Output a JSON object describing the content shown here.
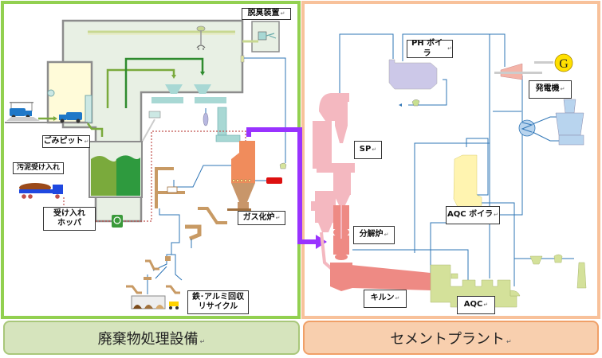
{
  "panels": {
    "left": {
      "title": "廃棄物処理設備",
      "border_color": "#92d050",
      "footer_bg": "#d6e4bd"
    },
    "right": {
      "title": "セメントプラント",
      "border_color": "#f8c19a",
      "footer_bg": "#f8cfae"
    }
  },
  "labels": {
    "deodorizer": "脱臭装置",
    "garbage_pit": "ごみピット",
    "sludge_intake": "汚泥受け入れ",
    "intake_hopper": "受け入れ\nホッパ",
    "gasifier": "ガス化炉",
    "metal_recovery": "鉄･アルミ回収\nリサイクル",
    "ph_boiler": "PH ボイラ",
    "generator": "発電機",
    "sp": "SP",
    "aqc_boiler": "AQC ボイラ",
    "calciner": "分解炉",
    "kiln": "キルン",
    "aqc": "AQC"
  },
  "return_mark": "↵",
  "generator_symbol": "G",
  "colors": {
    "pipe_blue": "#2e75b6",
    "gas_purple": "#9933ff",
    "building_fill": "#e8f0e4",
    "building_stroke": "#8c8c8c",
    "pit_fill": "#fffbd9",
    "waste_green": "#7aaa3c",
    "waste_dark_green": "#2e8b2e",
    "gasifier_orange": "#f08c5c",
    "brown": "#c89a64",
    "sp_pink": "#f4b8c0",
    "calciner_red": "#ee8a84",
    "aqc_green": "#d4e19a",
    "boiler_yellow": "#fff4b0",
    "ph_boiler_purple": "#ccc8e8",
    "turbine_pink": "#f4b4a8",
    "cooling_blue": "#b8d4ee",
    "generator_yellow": "#ffe000"
  }
}
